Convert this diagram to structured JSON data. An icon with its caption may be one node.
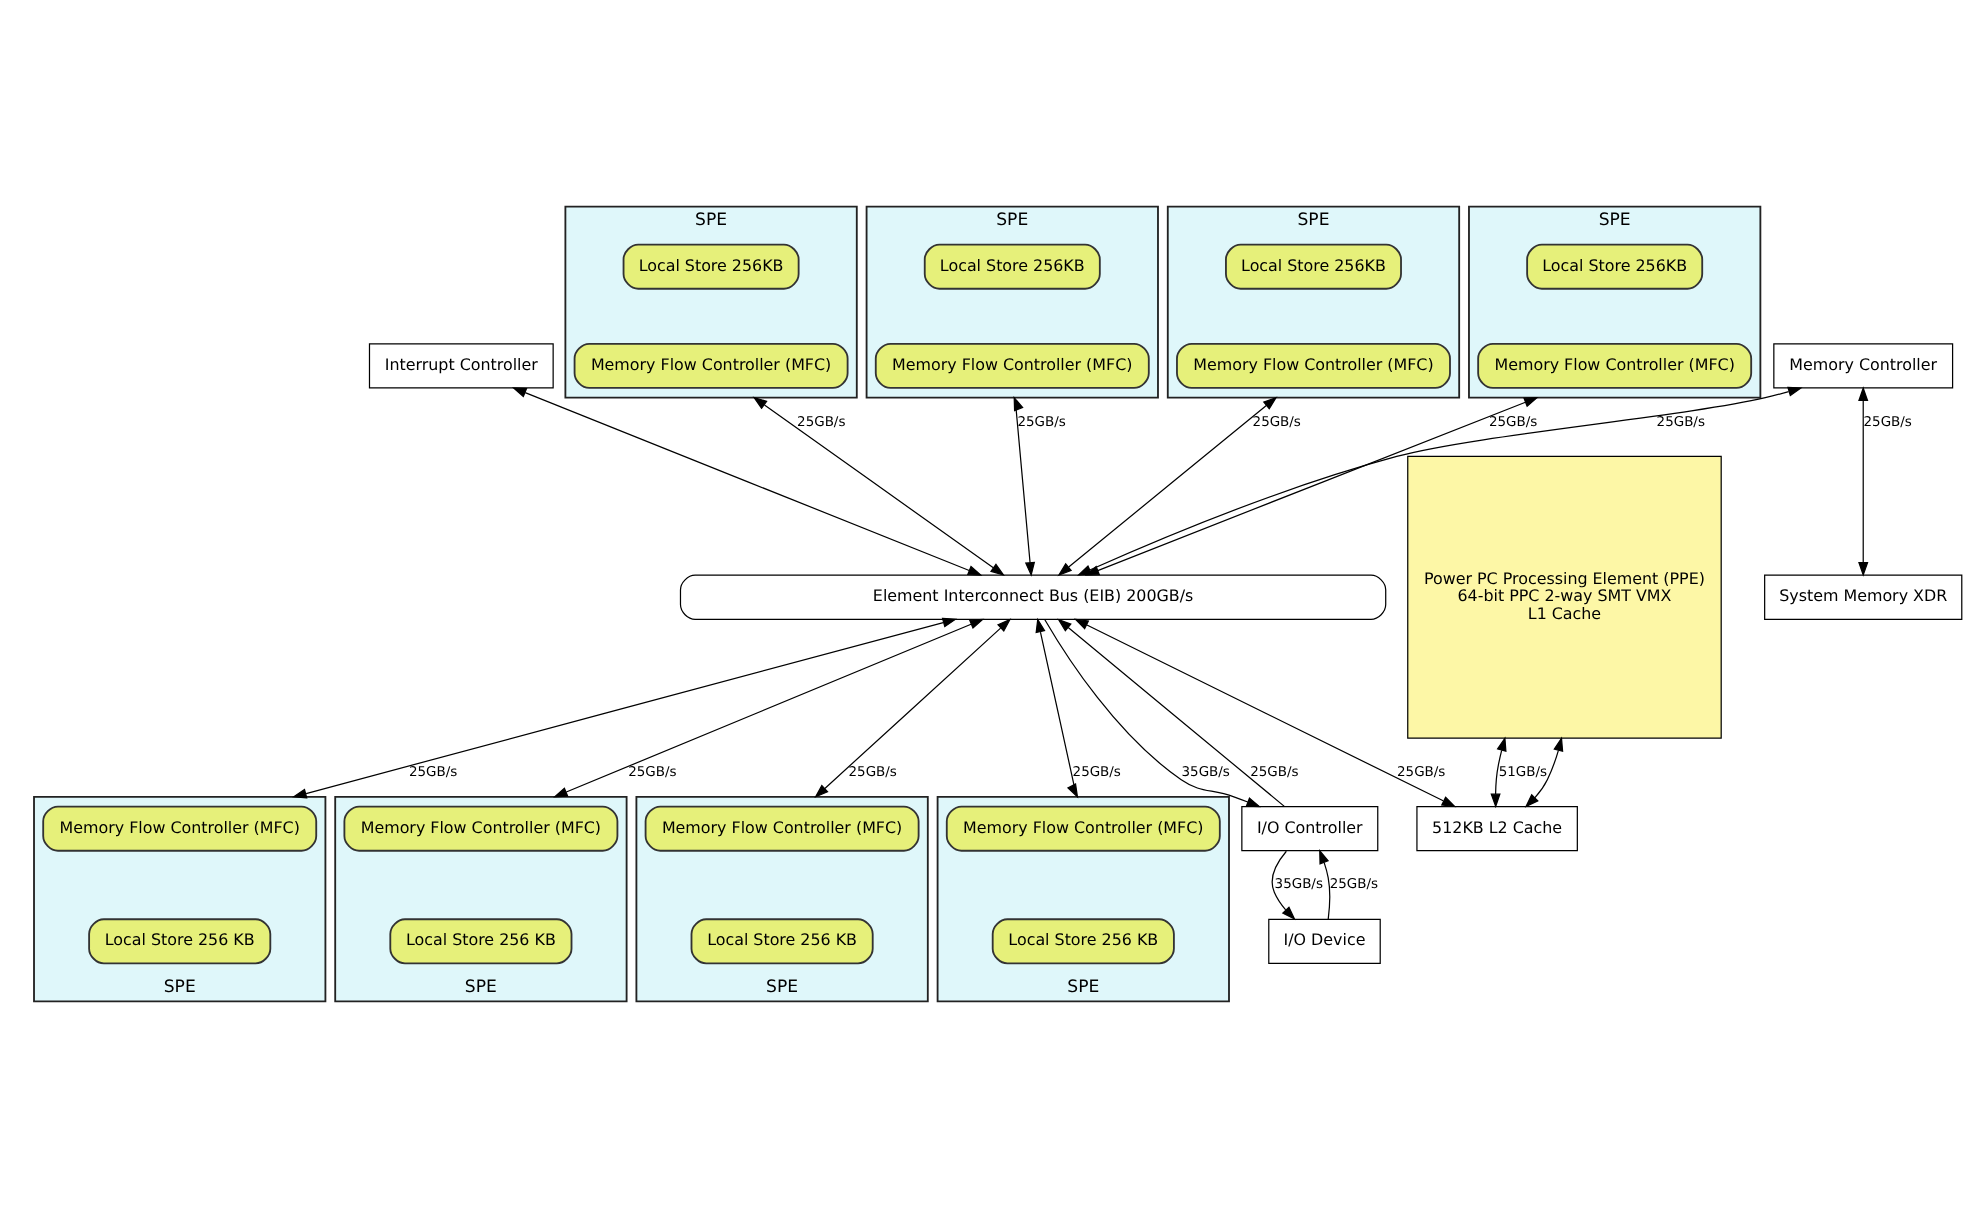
{
  "diagram": {
    "nodes": [
      {
        "text": [
          "Interrupt Controller"
        ]
      },
      {
        "text": [
          "Power PC Processing Element (PPE)",
          "64-bit PPC 2-way SMT VMX",
          "L1 Cache"
        ]
      },
      {
        "text": [
          "512KB L2 Cache"
        ]
      },
      {
        "text": [
          "SPE"
        ]
      },
      {
        "text": [
          "Local Store 256KB"
        ],
        "in": 3
      },
      {
        "text": [
          "Memory Flow Controller (MFC)"
        ],
        "in": 3
      },
      {
        "text": [
          "SPE"
        ]
      },
      {
        "text": [
          "Local Store 256KB"
        ],
        "in": 6
      },
      {
        "text": [
          "Memory Flow Controller (MFC)"
        ],
        "in": 6
      },
      {
        "text": [
          "SPE"
        ]
      },
      {
        "text": [
          "Local Store 256KB"
        ],
        "in": 9
      },
      {
        "text": [
          "Memory Flow Controller (MFC)"
        ],
        "in": 9
      },
      {
        "text": [
          "SPE"
        ]
      },
      {
        "text": [
          "Local Store 256KB"
        ],
        "in": 12
      },
      {
        "text": [
          "Memory Flow Controller (MFC)"
        ],
        "in": 12
      },
      {
        "text": [
          "Memory Controller"
        ]
      },
      {
        "text": [
          "System Memory XDR"
        ]
      },
      {
        "text": [
          "Element Interconnect Bus (EIB) 200GB/s"
        ]
      },
      {
        "text": [
          "SPE"
        ]
      },
      {
        "text": [
          "Memory Flow Controller (MFC)"
        ],
        "in": 18
      },
      {
        "text": [
          "Local Store 256 KB"
        ],
        "in": 18
      },
      {
        "text": [
          "SPE"
        ]
      },
      {
        "text": [
          "Memory Flow Controller (MFC)"
        ],
        "in": 21
      },
      {
        "text": [
          "Local Store 256 KB"
        ],
        "in": 21
      },
      {
        "text": [
          "SPE"
        ]
      },
      {
        "text": [
          "Memory Flow Controller (MFC)"
        ],
        "in": 24
      },
      {
        "text": [
          "Local Store 256 KB"
        ],
        "in": 24
      },
      {
        "text": [
          "SPE"
        ]
      },
      {
        "text": [
          "Memory Flow Controller (MFC)"
        ],
        "in": 27
      },
      {
        "text": [
          "Local Store 256 KB"
        ],
        "in": 27
      },
      {
        "text": [
          "I/O Controller"
        ]
      },
      {
        "text": [
          "I/O Device"
        ]
      }
    ],
    "edges": [
      {
        "from": 0,
        "to": 17,
        "arrow": "both"
      },
      {
        "from": 1,
        "to": 2,
        "arrow": "both",
        "label": "51GB/s"
      },
      {
        "from": 1,
        "to": 2,
        "arrow": "both"
      },
      {
        "from": 17,
        "to": 2,
        "arrow": "both",
        "label": "25GB/s"
      },
      {
        "from": 3,
        "to": 17,
        "arrow": "both",
        "label": "25GB/s"
      },
      {
        "from": 6,
        "to": 17,
        "arrow": "both",
        "label": "25GB/s"
      },
      {
        "from": 9,
        "to": 17,
        "arrow": "both",
        "label": "25GB/s"
      },
      {
        "from": 12,
        "to": 17,
        "arrow": "both",
        "label": "25GB/s"
      },
      {
        "from": 15,
        "to": 17,
        "arrow": "both",
        "label": "25GB/s"
      },
      {
        "from": 15,
        "to": 16,
        "arrow": "both",
        "label": "25GB/s"
      },
      {
        "from": 17,
        "to": 18,
        "arrow": "both",
        "label": "25GB/s"
      },
      {
        "from": 17,
        "to": 21,
        "arrow": "both",
        "label": "25GB/s"
      },
      {
        "from": 17,
        "to": 24,
        "arrow": "both",
        "label": "25GB/s"
      },
      {
        "from": 17,
        "to": 27,
        "arrow": "both",
        "label": "25GB/s"
      },
      {
        "from": 30,
        "to": 17,
        "arrow": "to",
        "label": "25GB/s"
      },
      {
        "from": 17,
        "to": 30,
        "arrow": "to",
        "label": "35GB/s"
      },
      {
        "from": 31,
        "to": 30,
        "arrow": "to",
        "label": "25GB/s"
      },
      {
        "from": 30,
        "to": 31,
        "arrow": "to",
        "label": "35GB/s"
      }
    ]
  }
}
